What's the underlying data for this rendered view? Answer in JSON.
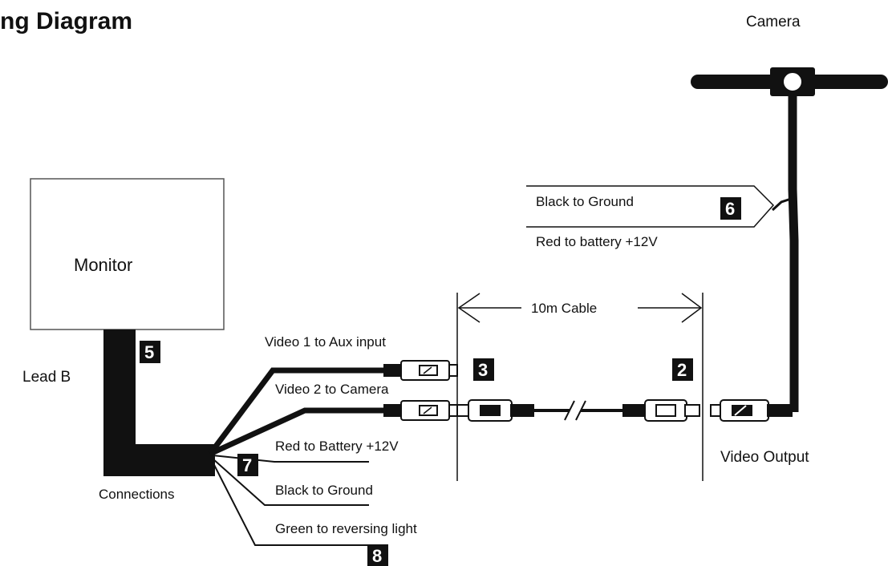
{
  "title": "ng Diagram",
  "camera_label": "Camera",
  "monitor_label": "Monitor",
  "lead_b_label": "Lead B",
  "connections_label": "Connections",
  "video_output_label": "Video Output",
  "cable_label": "10m Cable",
  "wires": {
    "camera_black": "Black to Ground",
    "camera_red": "Red to battery +12V",
    "video1": "Video 1 to Aux input",
    "video2": "Video 2 to Camera",
    "red": "Red to Battery +12V",
    "black": "Black to Ground",
    "green": "Green to reversing light"
  },
  "markers": {
    "m2": "2",
    "m3": "3",
    "m5": "5",
    "m6": "6",
    "m7": "7",
    "m8": "8"
  }
}
